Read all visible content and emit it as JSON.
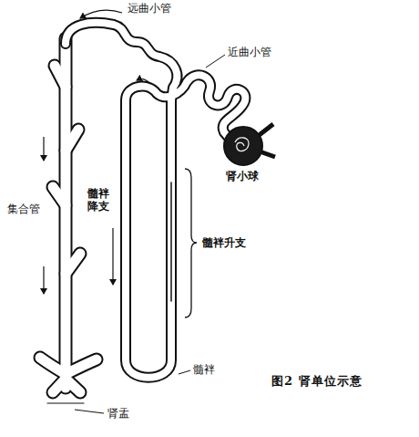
{
  "diagram": {
    "caption": "图2 肾单位示意",
    "labels": [
      "远曲小管",
      "近曲小管",
      "肾小球",
      "集合管",
      "髓袢 降支",
      "髓袢升支",
      "髓袢",
      "肾盂"
    ]
  }
}
